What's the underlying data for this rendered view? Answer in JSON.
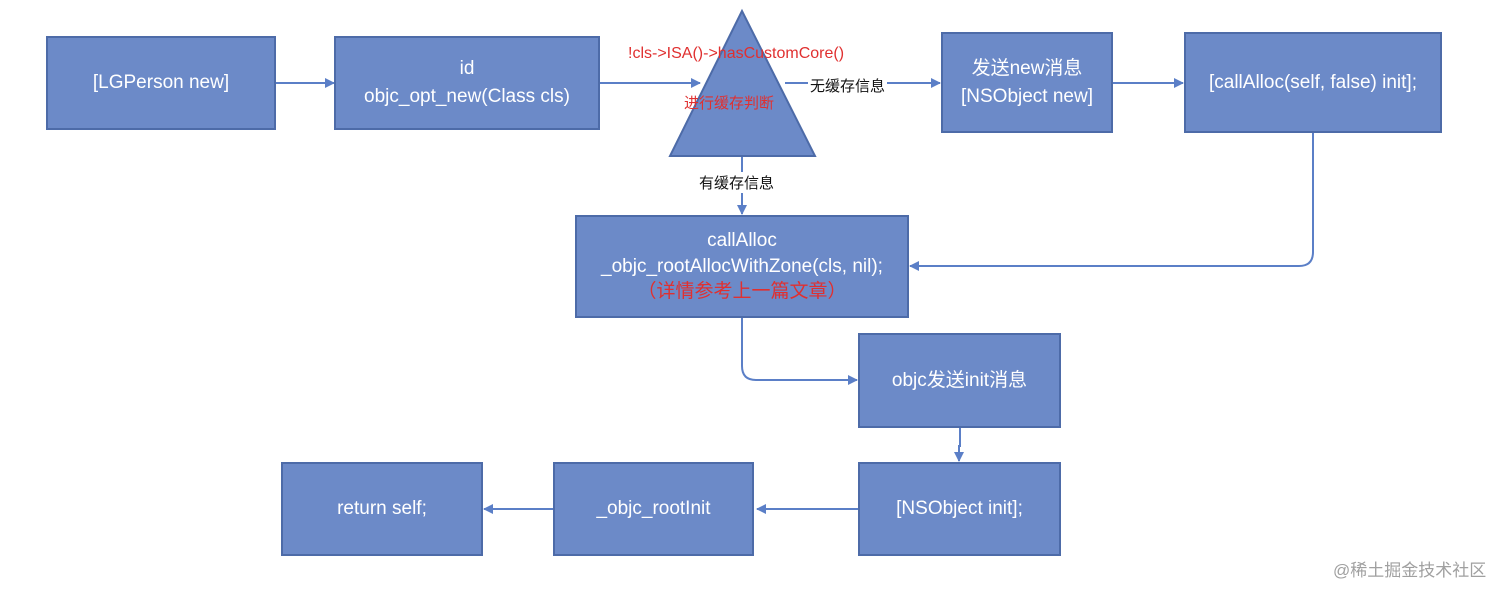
{
  "diagram": {
    "nodes": {
      "lgperson_new": {
        "text": "[LGPerson new]"
      },
      "objc_opt_new": {
        "line1": "id",
        "line2": "objc_opt_new(Class cls)"
      },
      "decision": {
        "condition": "!cls->ISA()->hasCustomCore()",
        "label": "进行缓存判断"
      },
      "nsobject_new": {
        "line1": "发送new消息",
        "line2": "[NSObject new]"
      },
      "callalloc_init": {
        "text": "[callAlloc(self, false) init];"
      },
      "callalloc": {
        "line1": "callAlloc",
        "line2": "_objc_rootAllocWithZone(cls, nil);",
        "note": "（详情参考上一篇文章）"
      },
      "objc_send_init": {
        "text": "objc发送init消息"
      },
      "nsobject_init": {
        "text": "[NSObject init];"
      },
      "objc_rootinit": {
        "text": "_objc_rootInit"
      },
      "return_self": {
        "text": "return self;"
      }
    },
    "edge_labels": {
      "no_cache": "无缓存信息",
      "has_cache": "有缓存信息"
    },
    "colors": {
      "box_fill": "#6c8ac8",
      "box_border": "#4d6ba8",
      "arrow": "#5b7fc7",
      "accent_text": "#e03030"
    }
  },
  "watermark": "@稀土掘金技术社区"
}
